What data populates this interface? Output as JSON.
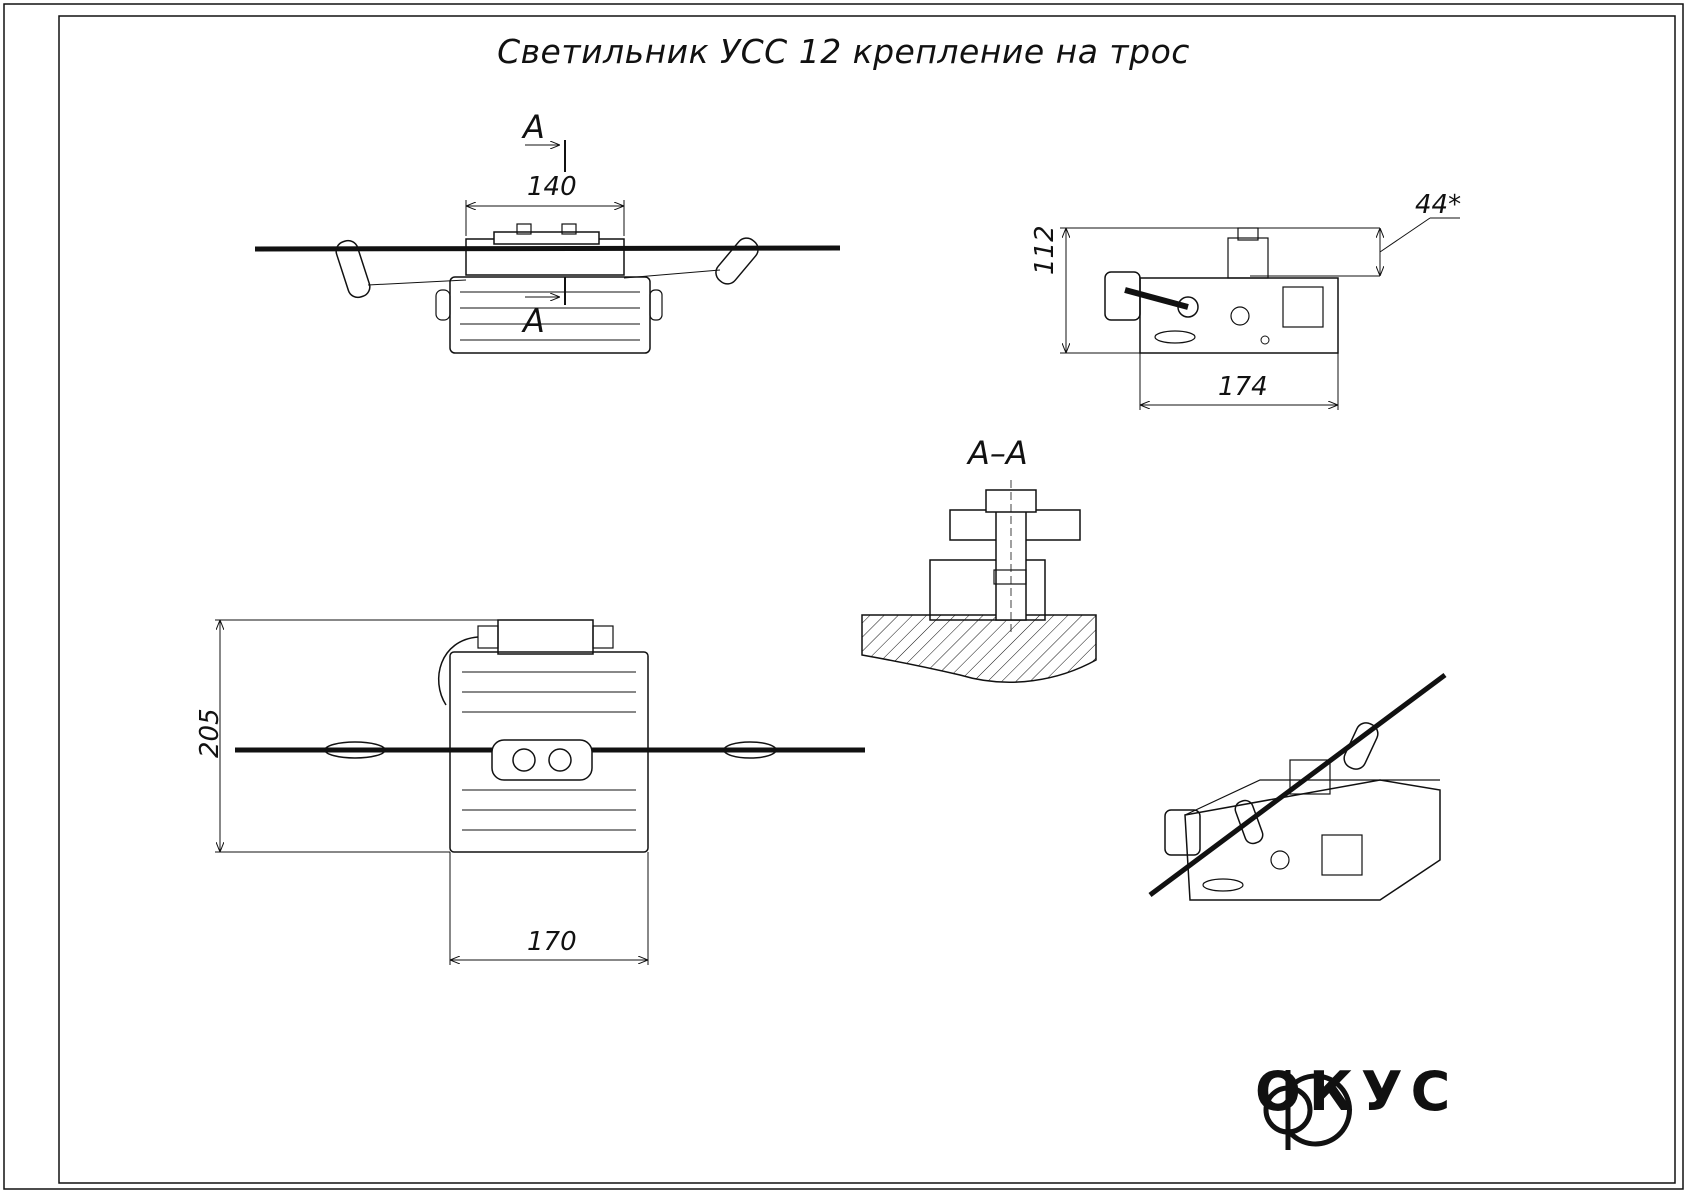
{
  "title": "Светильник УСС 12 крепление на трос",
  "section_marks": {
    "top_letter": "А",
    "bottom_letter": "А",
    "section_label": "А–А"
  },
  "dimensions": {
    "front_width": "140",
    "side_height": "112",
    "side_gap": "44*",
    "side_width": "174",
    "plan_height": "205",
    "plan_width": "170"
  },
  "logo": {
    "text": "ОКУС",
    "icon": "ф-glyph-icon"
  },
  "colors": {
    "line": "#111111",
    "background": "#ffffff"
  }
}
